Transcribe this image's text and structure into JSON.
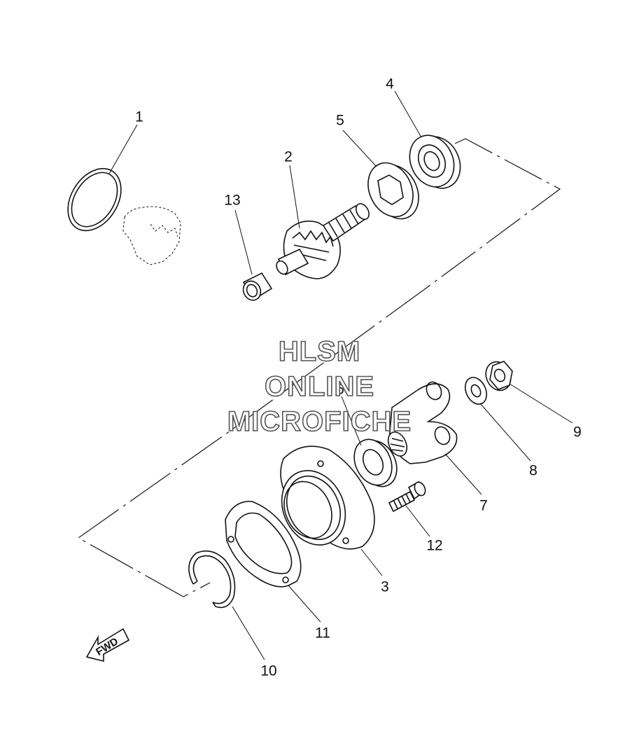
{
  "watermark": {
    "line1": "HLSM",
    "line2": "ONLINE",
    "line3": "MICROFICHE"
  },
  "direction_label": "FWD",
  "parts": [
    {
      "id": "p1",
      "label": "1"
    },
    {
      "id": "p2",
      "label": "2"
    },
    {
      "id": "p3",
      "label": "3"
    },
    {
      "id": "p4",
      "label": "4"
    },
    {
      "id": "p5",
      "label": "5"
    },
    {
      "id": "p6",
      "label": "6"
    },
    {
      "id": "p7",
      "label": "7"
    },
    {
      "id": "p8",
      "label": "8"
    },
    {
      "id": "p9",
      "label": "9"
    },
    {
      "id": "p10",
      "label": "10"
    },
    {
      "id": "p11",
      "label": "11"
    },
    {
      "id": "p12",
      "label": "12"
    },
    {
      "id": "p13",
      "label": "13"
    }
  ]
}
